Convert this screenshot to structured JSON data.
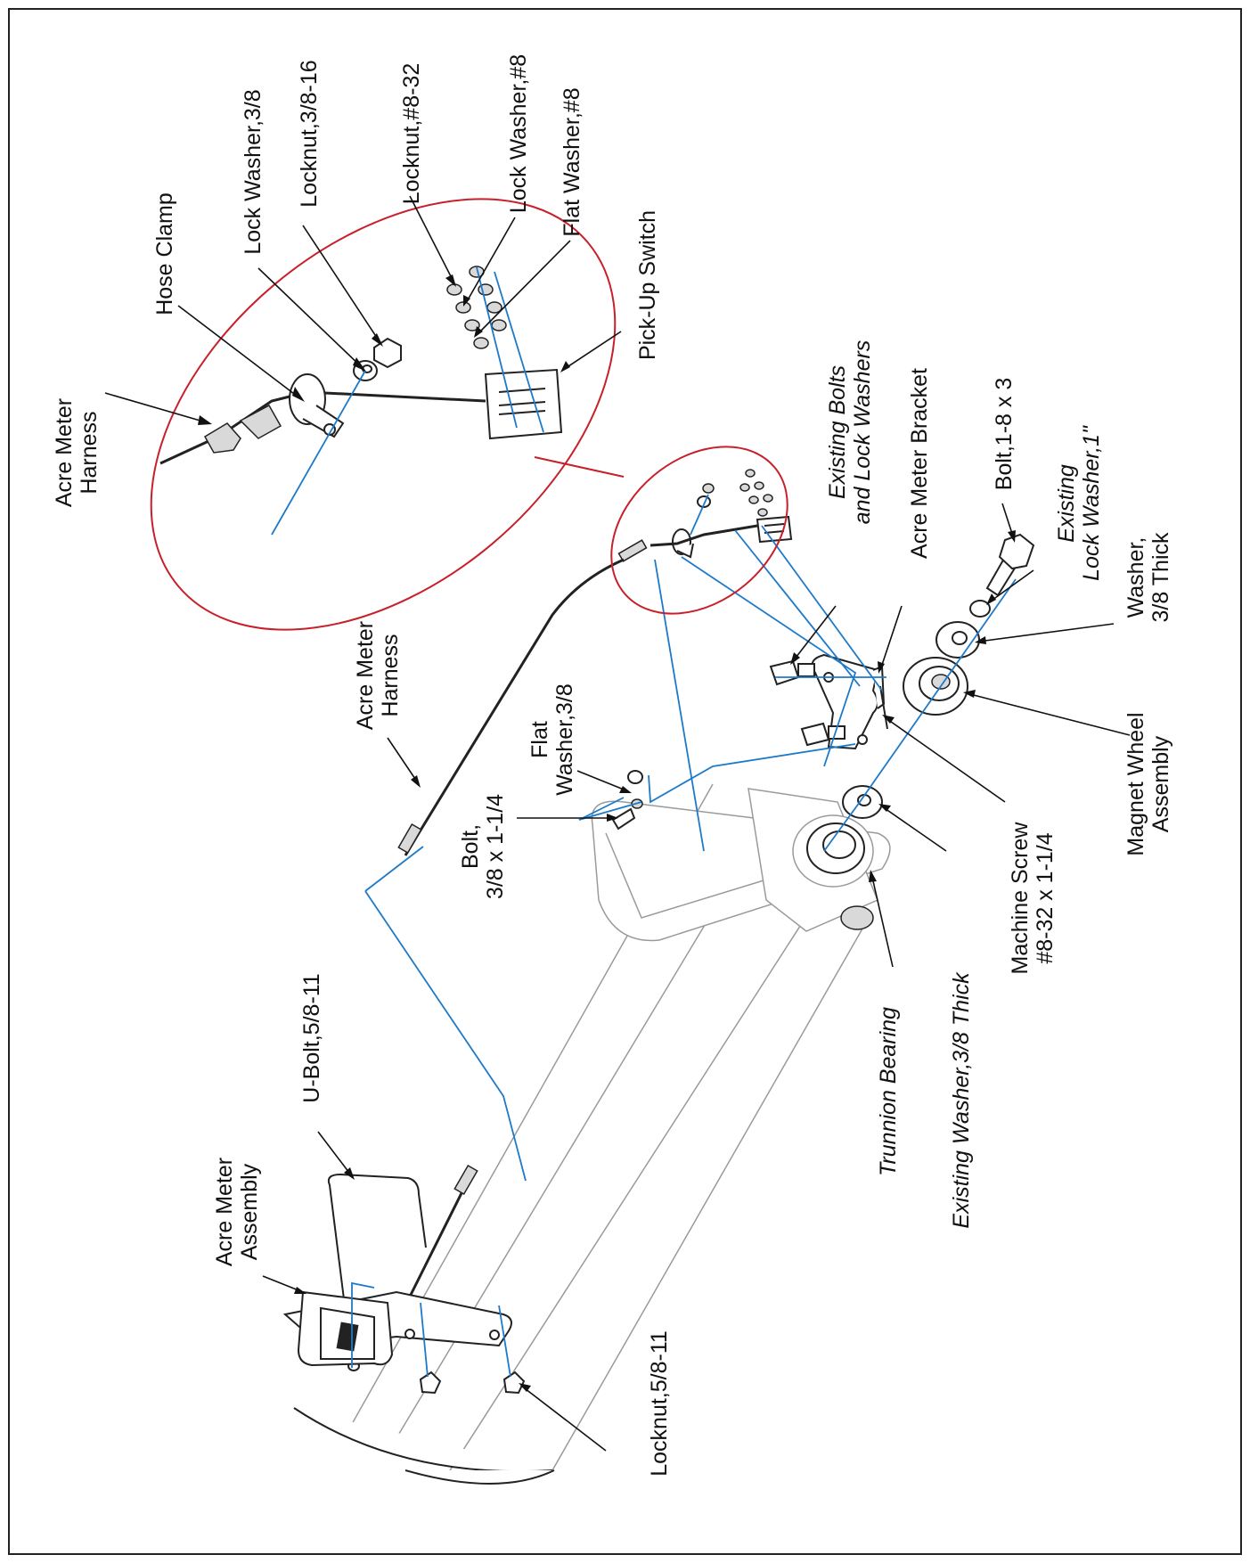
{
  "labels": {
    "acre_meter_harness_top": [
      "Acre Meter",
      "Harness"
    ],
    "hose_clamp": "Hose Clamp",
    "lock_washer_3_8": "Lock Washer,3/8",
    "locknut_3_8_16": "Locknut,3/8-16",
    "locknut_8_32": "Locknut,#8-32",
    "lock_washer_8": "Lock Washer,#8",
    "flat_washer_8": "Flat Washer,#8",
    "pick_up_switch": "Pick-Up Switch",
    "existing_bolts": [
      "Existing Bolts",
      "and Lock Washers"
    ],
    "acre_meter_bracket": "Acre Meter Bracket",
    "bolt_1_8x3": "Bolt,1-8 x 3",
    "existing_lock_washer": [
      "Existing",
      "Lock Washer,1\""
    ],
    "washer_3_8_thick": [
      "Washer,",
      "3/8 Thick"
    ],
    "magnet_wheel": [
      "Magnet Wheel",
      "Assembly"
    ],
    "machine_screw": [
      "Machine Screw",
      "#8-32 x 1-1/4"
    ],
    "existing_washer": "Existing Washer,3/8 Thick",
    "trunnion_bearing": "Trunnion Bearing",
    "acre_meter_harness_mid": [
      "Acre Meter",
      "Harness"
    ],
    "flat_washer_3_8": [
      "Flat",
      "Washer,3/8"
    ],
    "bolt_3_8": [
      "Bolt,",
      "3/8 x 1-1/4"
    ],
    "u_bolt": "U-Bolt,5/8-11",
    "acre_meter_assembly": [
      "Acre Meter",
      "Assembly"
    ],
    "locknut_5_8_11": "Locknut,5/8-11"
  },
  "colors": {
    "alignment_line": "#1e7ac9",
    "detail_circle": "#c8202a",
    "ink": "#111111"
  }
}
